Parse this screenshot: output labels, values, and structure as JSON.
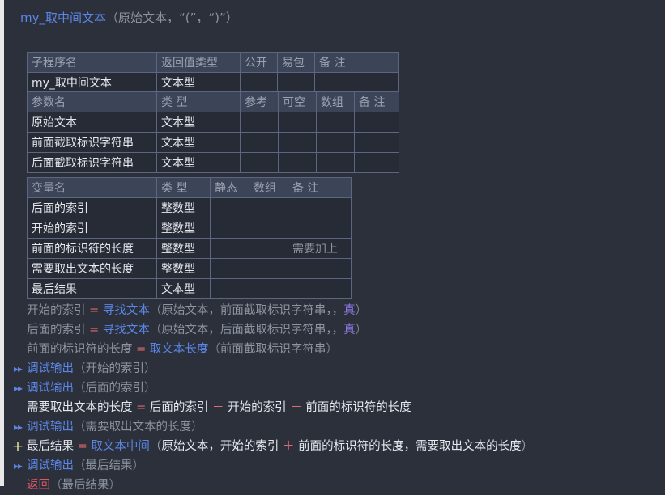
{
  "theme": {
    "background": "#2b303b",
    "left_strip": "#e8e8e8",
    "table_header_bg": "#3c4458",
    "table_row_bg": "#262b36",
    "table_border": "#5c6680",
    "accent_blue": "#5b86e5",
    "operator_red": "#e06a73",
    "return_red": "#e05561",
    "bool_purple": "#8f7ae5",
    "marker_yellow": "#e8e8a0"
  },
  "title": {
    "name": "my_取中间文本",
    "signature": "（原始文本，“(”，“)”）"
  },
  "procedure_table": {
    "headers": [
      "子程序名",
      "返回值类型",
      "公开",
      "易包",
      "备 注"
    ],
    "rows": [
      {
        "cells": [
          "my_取中间文本",
          "文本型",
          "",
          "",
          ""
        ]
      }
    ],
    "param_headers": [
      "参数名",
      "类 型",
      "参考",
      "可空",
      "数组",
      "备 注"
    ],
    "param_rows": [
      {
        "cells": [
          "原始文本",
          "文本型",
          "",
          "",
          "",
          ""
        ]
      },
      {
        "cells": [
          "前面截取标识字符串",
          "文本型",
          "",
          "",
          "",
          ""
        ]
      },
      {
        "cells": [
          "后面截取标识字符串",
          "文本型",
          "",
          "",
          "",
          ""
        ]
      }
    ]
  },
  "variable_table": {
    "headers": [
      "变量名",
      "类 型",
      "静态",
      "数组",
      "备 注"
    ],
    "rows": [
      {
        "cells": [
          "后面的索引",
          "整数型",
          "",
          "",
          ""
        ]
      },
      {
        "cells": [
          "开始的索引",
          "整数型",
          "",
          "",
          ""
        ]
      },
      {
        "cells": [
          "前面的标识符的长度",
          "整数型",
          "",
          "",
          "需要加上"
        ]
      },
      {
        "cells": [
          "需要取出文本的长度",
          "整数型",
          "",
          "",
          ""
        ]
      },
      {
        "cells": [
          "最后结果",
          "文本型",
          "",
          "",
          ""
        ]
      }
    ]
  },
  "code": {
    "lines": [
      {
        "marker": "",
        "target": "开始的索引",
        "assign": "=",
        "fn": "寻找文本",
        "open": "（",
        "args_pre": "原始文本，前面截取标识字符串，，",
        "bool": "真",
        "close": "）",
        "style": "dim"
      },
      {
        "marker": "",
        "target": "后面的索引",
        "assign": "=",
        "fn": "寻找文本",
        "open": "（",
        "args_pre": "原始文本，后面截取标识字符串，，",
        "bool": "真",
        "close": "）",
        "style": "dim"
      },
      {
        "marker": "",
        "target": "前面的标识符的长度",
        "assign": "=",
        "fn": "取文本长度",
        "open": "（",
        "args_pre": "前面截取标识字符串",
        "bool": "",
        "close": "）",
        "style": "dim"
      },
      {
        "marker": "output",
        "target": "",
        "assign": "",
        "fn": "调试输出",
        "open": "（",
        "args_pre": "开始的索引",
        "bool": "",
        "close": "）",
        "style": "dim"
      },
      {
        "marker": "output",
        "target": "",
        "assign": "",
        "fn": "调试输出",
        "open": "（",
        "args_pre": "后面的索引",
        "bool": "",
        "close": "）",
        "style": "dim"
      },
      {
        "marker": "",
        "target": "需要取出文本的长度",
        "assign": "=",
        "expr_a": "后面的索引",
        "op1": "－",
        "expr_b": "开始的索引",
        "op2": "－",
        "expr_c": "前面的标识符的长度",
        "style": "bright-expr"
      },
      {
        "marker": "output",
        "target": "",
        "assign": "",
        "fn": "调试输出",
        "open": "（",
        "args_pre": "需要取出文本的长度",
        "bool": "",
        "close": "）",
        "style": "dim"
      },
      {
        "marker": "plus",
        "target": "最后结果",
        "assign": "=",
        "fn": "取文本中间",
        "open": "（",
        "args_a": "原始文本，开始的索引",
        "op1": "＋",
        "args_b": "前面的标识符的长度，需要取出文本的长度",
        "close": "）",
        "style": "bright-call"
      },
      {
        "marker": "output",
        "target": "",
        "assign": "",
        "fn": "调试输出",
        "open": "（",
        "args_pre": "最后结果",
        "bool": "",
        "close": "）",
        "style": "dim"
      },
      {
        "marker": "",
        "target": "",
        "assign": "",
        "fn": "返回",
        "open": "（",
        "args_pre": "最后结果",
        "bool": "",
        "close": "）",
        "style": "return"
      }
    ],
    "markers": {
      "output_glyph": "▸▸",
      "plus_glyph": "+"
    }
  }
}
